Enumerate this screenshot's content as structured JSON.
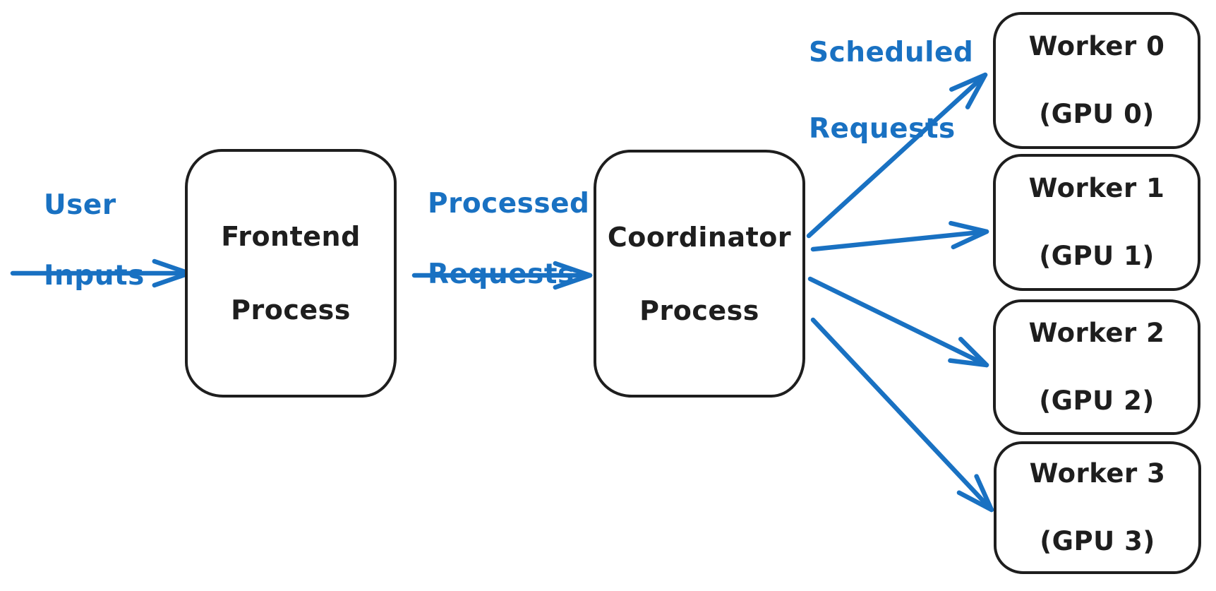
{
  "colors": {
    "accent": "#1971c2",
    "ink": "#1e1e1e",
    "background": "#ffffff"
  },
  "nodes": {
    "frontend": {
      "line1": "Frontend",
      "line2": "Process"
    },
    "coordinator": {
      "line1": "Coordinator",
      "line2": "Process"
    },
    "workers": [
      {
        "line1": "Worker 0",
        "line2": "(GPU 0)"
      },
      {
        "line1": "Worker 1",
        "line2": "(GPU 1)"
      },
      {
        "line1": "Worker 2",
        "line2": "(GPU 2)"
      },
      {
        "line1": "Worker 3",
        "line2": "(GPU 3)"
      }
    ]
  },
  "edge_labels": {
    "user_inputs": {
      "line1": "User",
      "line2": "Inputs"
    },
    "processed_requests": {
      "line1": "Processed",
      "line2": "Requests"
    },
    "scheduled_requests": {
      "line1": "Scheduled",
      "line2": "Requests"
    }
  }
}
